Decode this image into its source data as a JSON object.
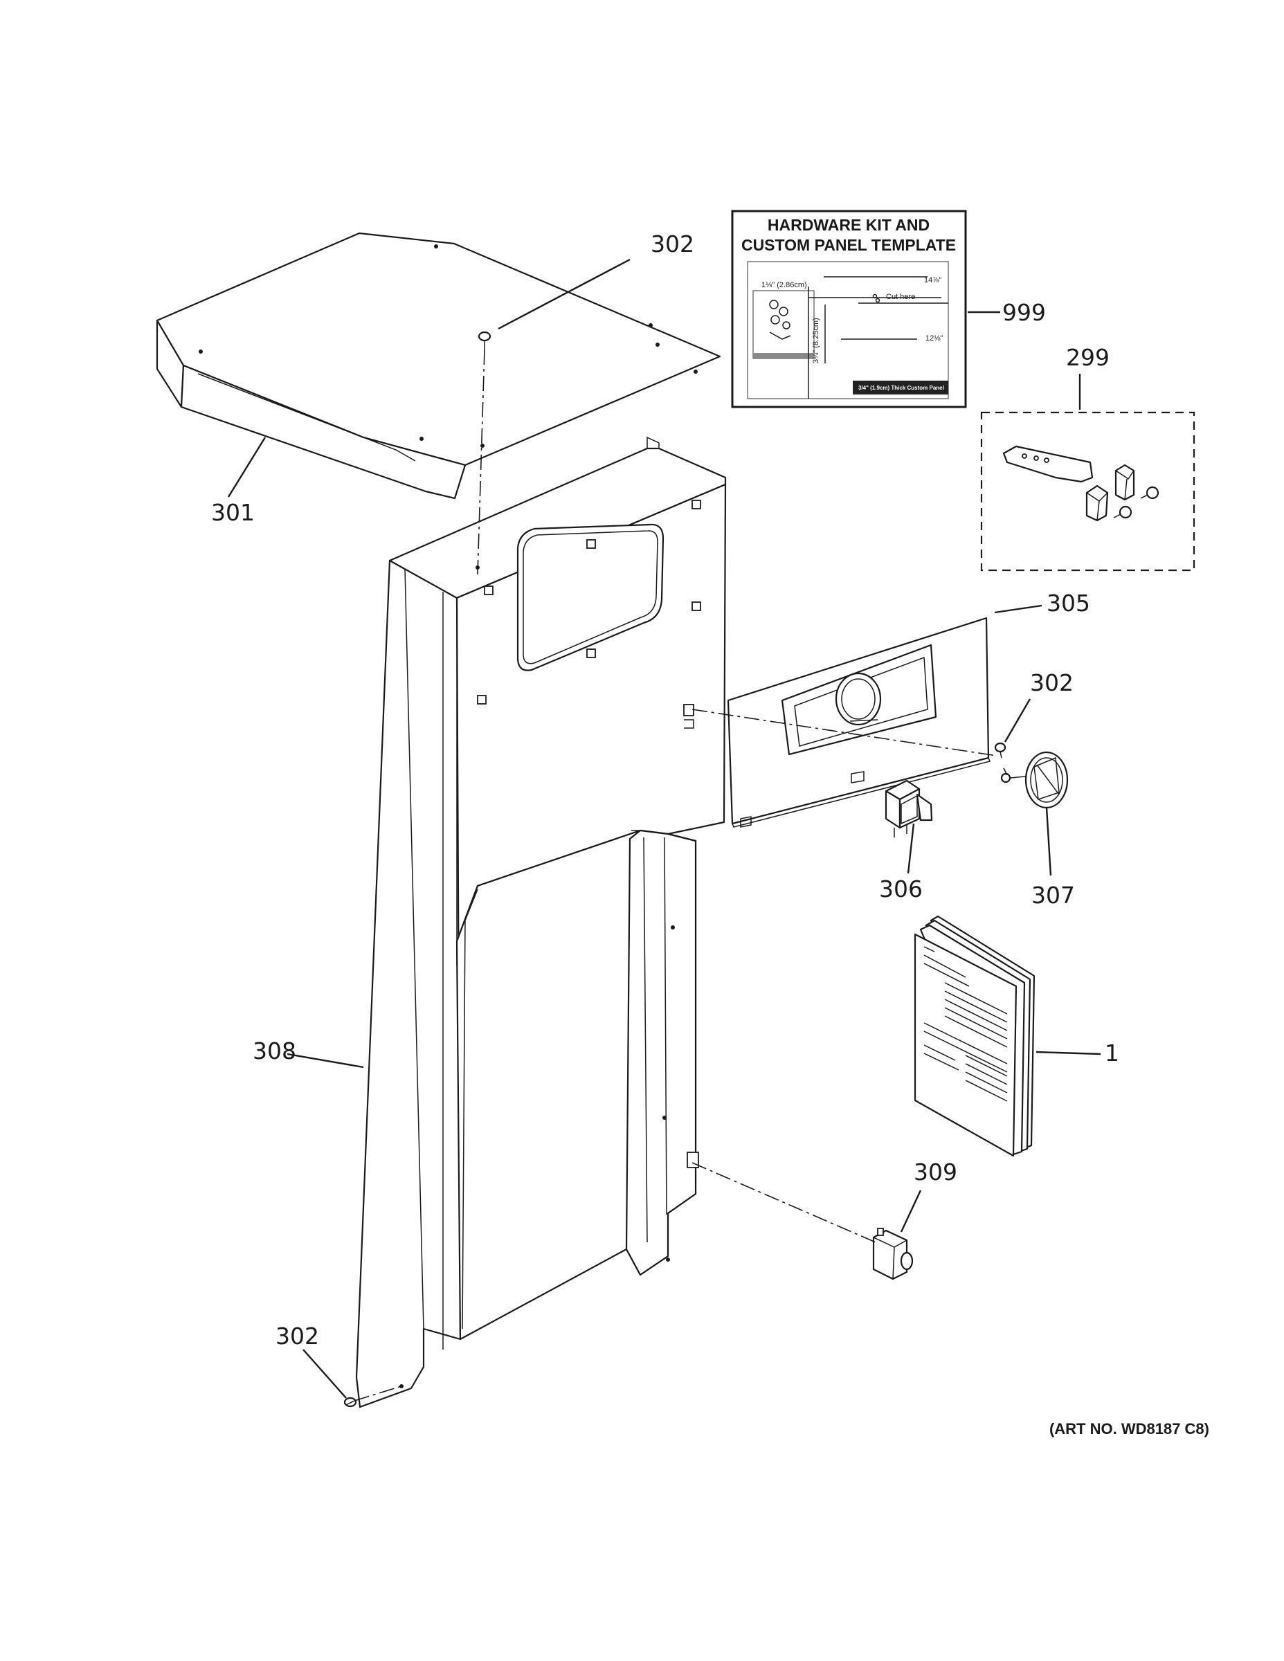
{
  "callouts": {
    "c302_top": "302",
    "c301": "301",
    "c999": "999",
    "c299": "299",
    "c305": "305",
    "c302_mid": "302",
    "c306": "306",
    "c307": "307",
    "c308": "308",
    "c1": "1",
    "c309": "309",
    "c302_bottom": "302"
  },
  "kit_box": {
    "title_line1": "HARDWARE KIT AND",
    "title_line2": "CUSTOM PANEL TEMPLATE",
    "dim_1": "1⅛\" (2.86cm)",
    "dim_2": "14⅞\"",
    "cut_here": "Cut here",
    "dim_3": "3¼\" (8.25cm)",
    "dim_4": "12⅛\"",
    "footer_text": "3/4\" (1.9cm) Thick Custom Panel"
  },
  "art_number": "(ART NO. WD8187 C8)"
}
